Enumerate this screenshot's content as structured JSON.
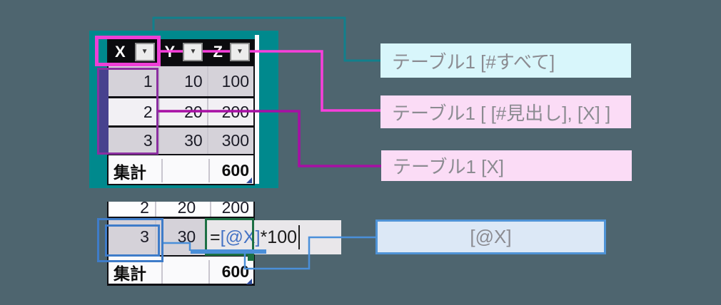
{
  "top_table": {
    "headers": [
      "X",
      "Y",
      "Z"
    ],
    "rows": [
      [
        "1",
        "10",
        "100"
      ],
      [
        "2",
        "20",
        "200"
      ],
      [
        "3",
        "30",
        "300"
      ]
    ],
    "footer_label": "集計",
    "footer_total": "600"
  },
  "bottom_table": {
    "partial_row": [
      "2",
      "20",
      "200"
    ],
    "row": [
      "3",
      "30"
    ],
    "formula": {
      "equals": "=",
      "reference": "[@X]",
      "operand": "*100"
    },
    "footer_label": "集計",
    "footer_total": "600"
  },
  "annotation_labels": {
    "all_label": "テーブル1 [#すべて]",
    "headers_label": "テーブル1 [ [#見出し], [X] ]",
    "column_label": "テーブル1 [X]",
    "this_row_label": "[@X]"
  },
  "icons": {
    "dropdown": "▼"
  },
  "colors": {
    "background": "#4e656f",
    "teal_backdrop": "#00898d",
    "teal_wire": "#12808c",
    "magenta_bright": "#ee3fd6",
    "magenta_dark": "#a70fa4",
    "purple_rect": "#8b2fa0",
    "indigo_strip": "#47428e",
    "cyan_label_bg": "#d8f6fb",
    "pink_label_bg": "#fbdcf6",
    "blue_label_bg": "#dce8f6",
    "blue_wire": "#4a8fd9",
    "green_edit_border": "#1d7044",
    "formula_ref_blue": "#4472c4"
  }
}
